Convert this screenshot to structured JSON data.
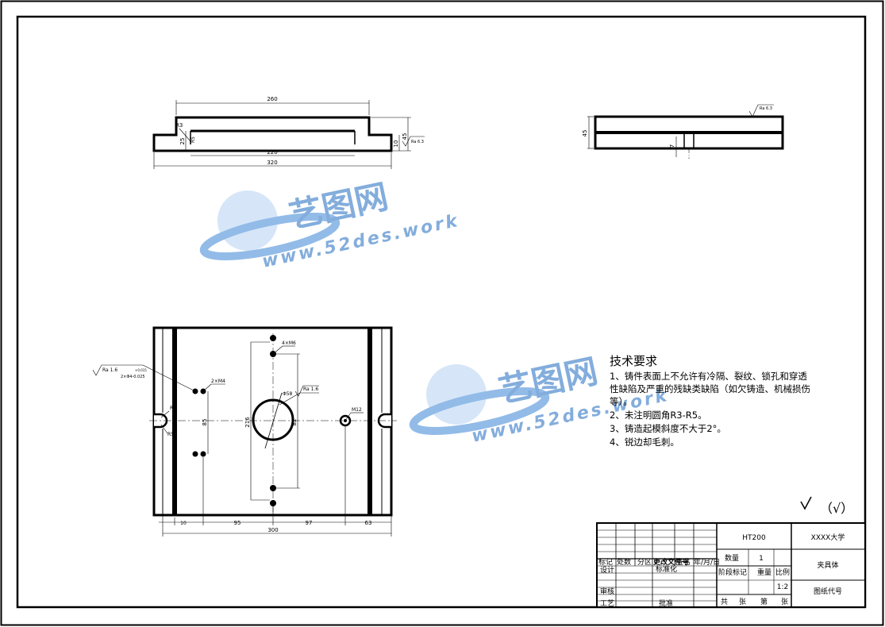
{
  "front_view": {
    "dim_top": "260",
    "dim_inner": "220",
    "dim_total": "320",
    "dim_height": "45",
    "dim_step": "25",
    "dim_base": "10",
    "dim_r": "R3",
    "dim_r2": "R5",
    "roughness": "Ra 6.3"
  },
  "side_view": {
    "dim_height": "45",
    "dim_slot": "7",
    "roughness": "Ra 6.3"
  },
  "top_view": {
    "roughness_left": "Ra 1.6",
    "tol_upper": "+0.015",
    "tol_lower": "2×Φ4-0.025",
    "label_4m6": "4×M6",
    "label_2m4": "2×M4",
    "label_bore": "Φ58",
    "roughness_bore": "Ra 1.6",
    "label_m12": "M12",
    "label_r8": "R8",
    "label_r6": "R5",
    "dim_85": "85",
    "dim_216": "216",
    "dim_82": "82",
    "dim_10": "10",
    "dim_95": "95",
    "dim_97": "97",
    "dim_63": "63",
    "dim_300": "300"
  },
  "watermark": {
    "brand": "艺图网",
    "url": "www.52des.work"
  },
  "notes": {
    "title": "技术要求",
    "items": [
      "1、铸件表面上不允许有冷隔、裂纹、锁孔和穿透",
      "性缺陷及严重的残缺类缺陷（如欠铸造、机械损伤",
      "等）。",
      "2、未注明圆角R3-R5。",
      "3、铸造起模斜度不大于2°。",
      "4、锐边却毛刺。"
    ],
    "other_roughness": "（√）"
  },
  "title_block": {
    "material": "HT200",
    "university": "XXXX大学",
    "qty_label": "数量",
    "qty_value": "1",
    "part_name": "夹具体",
    "mark": "标记",
    "count": "处数",
    "zone": "分区",
    "change_doc": "更改文件号",
    "sign": "签名",
    "date": "年/月/日",
    "design": "设计",
    "standard": "标准化",
    "stage": "阶段标记",
    "weight": "重量",
    "scale_label": "比例",
    "scale_value": "1:2",
    "review": "审核",
    "process": "工艺",
    "approve": "批准",
    "total": "共",
    "sheets": "张",
    "number": "第",
    "sheets2": "张",
    "drawing_no": "图纸代号"
  }
}
